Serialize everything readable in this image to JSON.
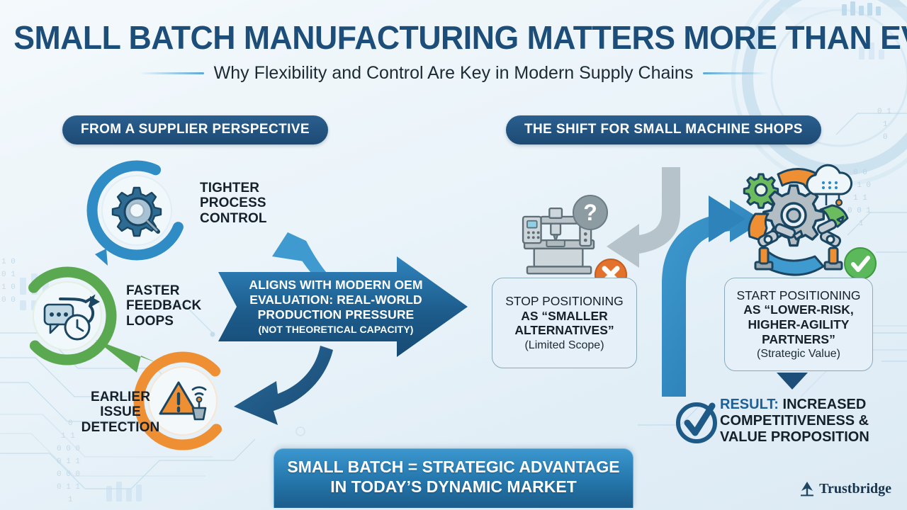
{
  "header": {
    "title": "SMALL BATCH MANUFACTURING MATTERS MORE THAN EVER",
    "subtitle": "Why Flexibility and Control Are Key in Modern Supply Chains"
  },
  "sections": {
    "left_pill": "FROM A SUPPLIER PERSPECTIVE",
    "right_pill": "THE SHIFT FOR SMALL MACHINE SHOPS"
  },
  "cycle": {
    "tighter": {
      "l1": "TIGHTER",
      "l2": "PROCESS",
      "l3": "CONTROL",
      "icon": "gear-magnifier-icon",
      "color": "#2f8cc4"
    },
    "faster": {
      "l1": "FASTER",
      "l2": "FEEDBACK",
      "l3": "LOOPS",
      "icon": "chat-clock-icon",
      "color": "#5aa84f"
    },
    "earlier": {
      "l1": "EARLIER",
      "l2": "ISSUE",
      "l3": "DETECTION",
      "icon": "alert-sensor-icon",
      "color": "#ef8f33"
    }
  },
  "center_arrow": {
    "l1": "ALIGNS WITH MODERN OEM",
    "l2": "EVALUATION: REAL-WORLD",
    "l3": "PRODUCTION PRESSURE",
    "l4": "(NOT THEORETICAL CAPACITY)"
  },
  "stop_card": {
    "l1": "STOP POSITIONING",
    "l2": "AS “SMALLER",
    "l3": "ALTERNATIVES”",
    "l4": "(Limited Scope)",
    "badge": "x-mark-badge",
    "badge_color": "#e2722c"
  },
  "start_card": {
    "l1": "START POSITIONING",
    "l2": "AS “LOWER-RISK,",
    "l3": "HIGHER-AGILITY",
    "l4": "PARTNERS”",
    "l5": "(Strategic Value)",
    "badge": "check-mark-badge",
    "badge_color": "#5bb85b"
  },
  "result": {
    "key": "RESULT:",
    "l1_rest": " INCREASED",
    "l2": "COMPETITIVENESS &",
    "l3": "VALUE PROPOSITION",
    "icon": "check-circle-icon",
    "key_color": "#1d6096"
  },
  "banner": {
    "l1": "SMALL BATCH = STRATEGIC ADVANTAGE",
    "l2": "IN TODAY’S DYNAMIC MARKET"
  },
  "logo": {
    "name": "Trustbridge",
    "icon": "bridge-tower-icon"
  },
  "palette": {
    "navy": "#1d4e79",
    "blue": "#2f8cc4",
    "green": "#5aa84f",
    "orange": "#ef8f33",
    "gray": "#9aa7ad"
  }
}
